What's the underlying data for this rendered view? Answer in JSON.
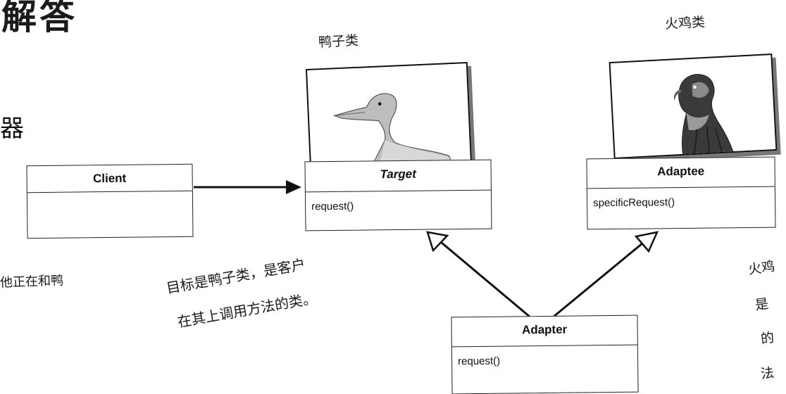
{
  "heading": {
    "big": "解答",
    "side": "器"
  },
  "captions": {
    "duck": "鸭子类",
    "turkey": "火鸡类"
  },
  "classes": {
    "client": {
      "name": "Client",
      "ops": ""
    },
    "target": {
      "name": "Target",
      "ops": "request()"
    },
    "adaptee": {
      "name": "Adaptee",
      "ops": "specificRequest()"
    },
    "adapter": {
      "name": "Adapter",
      "ops": "request()"
    }
  },
  "notes": {
    "left": "他正在和鸭",
    "target_line1": "目标是鸭子类，是客户",
    "target_line2": "在其上调用方法的类。",
    "right_line1": "火鸡",
    "right_line2": "是",
    "right_line3": "的",
    "right_line4": "法"
  }
}
